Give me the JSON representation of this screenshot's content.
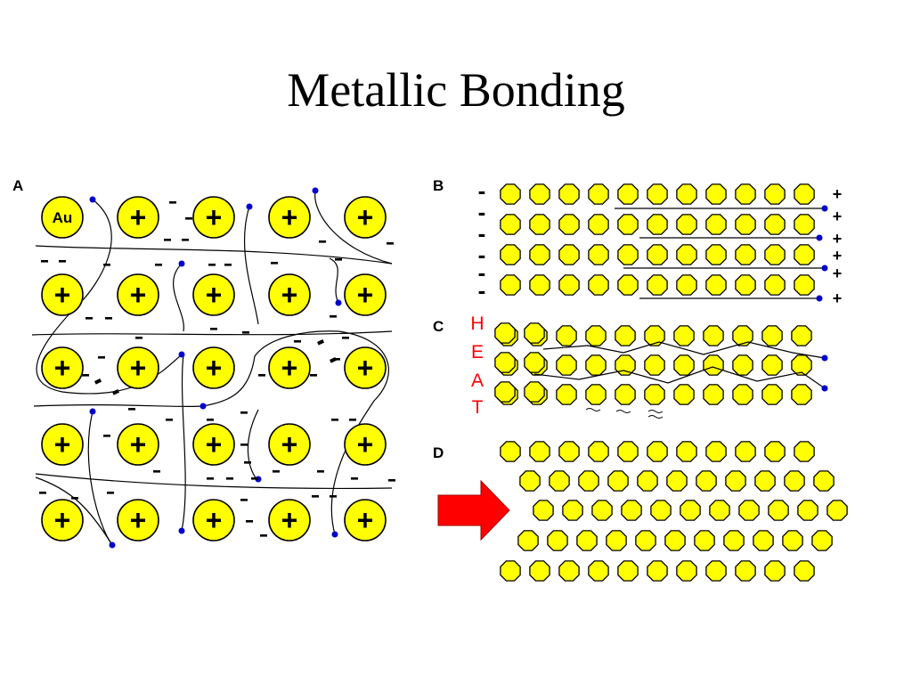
{
  "title": "Metallic Bonding",
  "panels": {
    "a": {
      "letter": "A",
      "element_label": "Au",
      "ion_symbol": "+",
      "electron_symbol": "-"
    },
    "b": {
      "letter": "B",
      "negative_symbol": "-",
      "positive_symbol": "+"
    },
    "c": {
      "letter": "C",
      "heat_letters": [
        "H",
        "E",
        "A",
        "T"
      ]
    },
    "d": {
      "letter": "D"
    }
  },
  "colors": {
    "ion_fill": "#ffff00",
    "ion_stroke": "#000000",
    "electron": "#0000cc",
    "heat_text": "#ff0000",
    "arrow": "#ff0000"
  }
}
